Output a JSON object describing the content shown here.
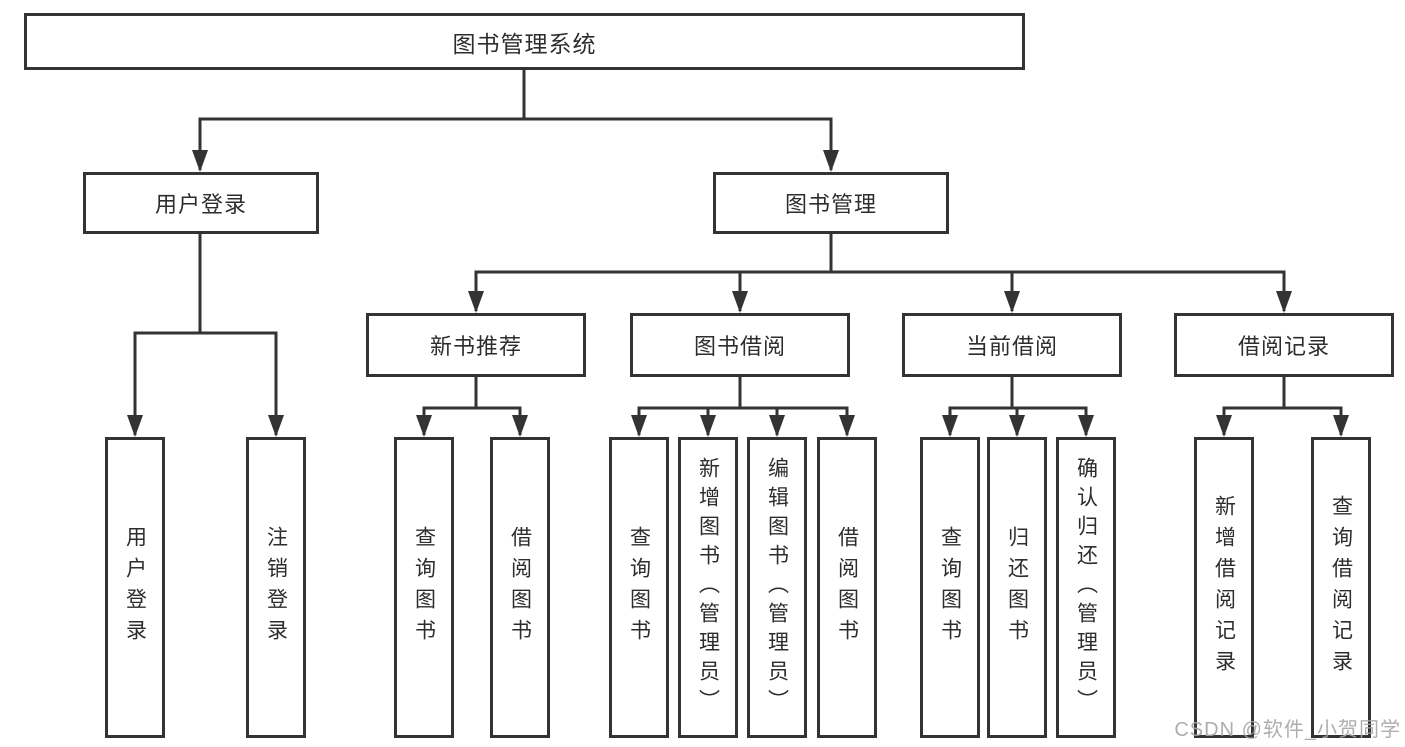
{
  "diagram": {
    "root": {
      "label": "图书管理系统"
    },
    "modules": [
      {
        "label": "用户登录",
        "children": [
          {
            "label": "用户登录"
          },
          {
            "label": "注销登录"
          }
        ]
      },
      {
        "label": "图书管理",
        "children": [
          {
            "label": "新书推荐",
            "children": [
              {
                "label": "查询图书"
              },
              {
                "label": "借阅图书"
              }
            ]
          },
          {
            "label": "图书借阅",
            "children": [
              {
                "label": "查询图书"
              },
              {
                "label": "新增图书（管理员）"
              },
              {
                "label": "编辑图书（管理员）"
              },
              {
                "label": "借阅图书"
              }
            ]
          },
          {
            "label": "当前借阅",
            "children": [
              {
                "label": "查询图书"
              },
              {
                "label": "归还图书"
              },
              {
                "label": "确认归还（管理员）"
              }
            ]
          },
          {
            "label": "借阅记录",
            "children": [
              {
                "label": "新增借阅记录"
              },
              {
                "label": "查询借阅记录"
              }
            ]
          }
        ]
      }
    ]
  },
  "watermark": {
    "text": "CSDN @软件_小贺同学"
  }
}
